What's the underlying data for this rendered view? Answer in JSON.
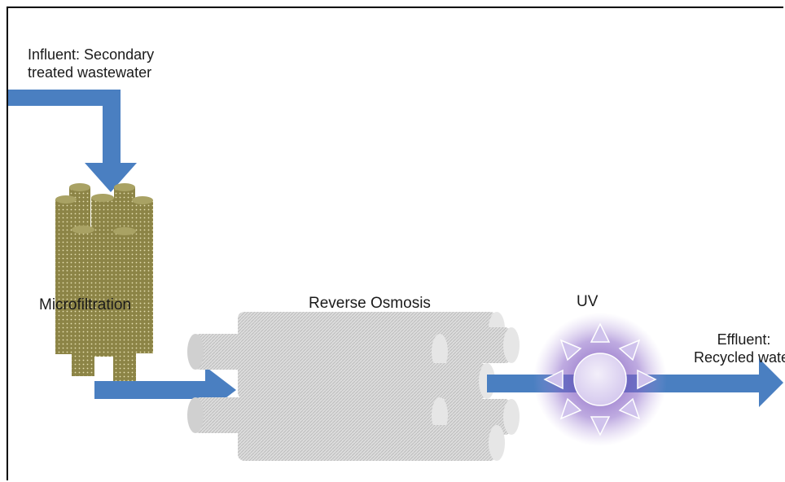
{
  "labels": {
    "influent_line1": "Influent: Secondary",
    "influent_line2": "treated wastewater",
    "microfiltration": "Microfiltration",
    "reverse_osmosis": "Reverse Osmosis",
    "uv": "UV",
    "effluent_line1": "Effluent:",
    "effluent_line2": "Recycled water"
  },
  "colors": {
    "flow_arrow": "#4a7fc1",
    "microfiltration_tube": "#8c8446",
    "ro_tube": "#d6d6d6",
    "uv_core": "#e2daf2",
    "uv_glow": "#7e5bb8"
  }
}
